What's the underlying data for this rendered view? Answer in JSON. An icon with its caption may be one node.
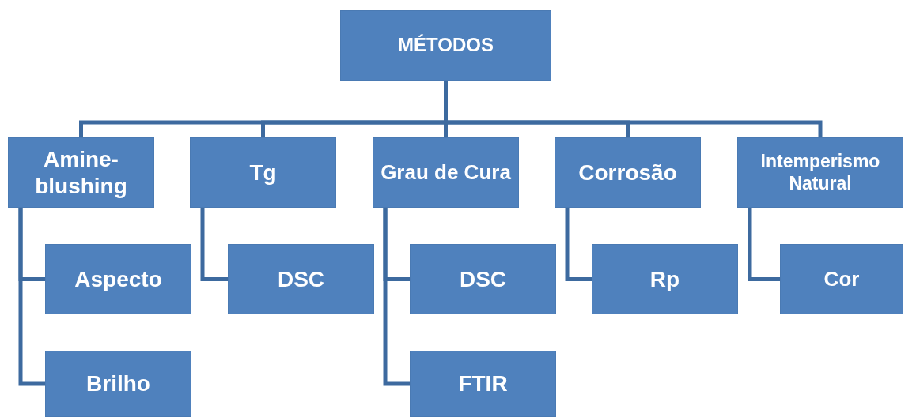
{
  "diagram": {
    "nodes": [
      {
        "text": [
          "MÉTODOS"
        ]
      },
      {
        "text": [
          "Amine-blushing"
        ]
      },
      {
        "text": [
          "Tg"
        ]
      },
      {
        "text": [
          "Grau de Cura"
        ]
      },
      {
        "text": [
          "Corrosão"
        ]
      },
      {
        "text": [
          "Intemperismo Natural"
        ]
      },
      {
        "text": [
          "Aspecto"
        ]
      },
      {
        "text": [
          "Brilho"
        ]
      },
      {
        "text": [
          "DSC"
        ]
      },
      {
        "text": [
          "DSC"
        ]
      },
      {
        "text": [
          "FTIR"
        ]
      },
      {
        "text": [
          "Rp"
        ]
      },
      {
        "text": [
          "Cor"
        ]
      }
    ],
    "edges": [
      {
        "from": 0,
        "to": 1,
        "arrow": "none"
      },
      {
        "from": 0,
        "to": 2,
        "arrow": "none"
      },
      {
        "from": 0,
        "to": 3,
        "arrow": "none"
      },
      {
        "from": 0,
        "to": 4,
        "arrow": "none"
      },
      {
        "from": 0,
        "to": 5,
        "arrow": "none"
      },
      {
        "from": 1,
        "to": 6,
        "arrow": "none"
      },
      {
        "from": 1,
        "to": 7,
        "arrow": "none"
      },
      {
        "from": 2,
        "to": 8,
        "arrow": "none"
      },
      {
        "from": 3,
        "to": 9,
        "arrow": "none"
      },
      {
        "from": 3,
        "to": 10,
        "arrow": "none"
      },
      {
        "from": 4,
        "to": 11,
        "arrow": "none"
      },
      {
        "from": 5,
        "to": 12,
        "arrow": "none"
      }
    ]
  }
}
